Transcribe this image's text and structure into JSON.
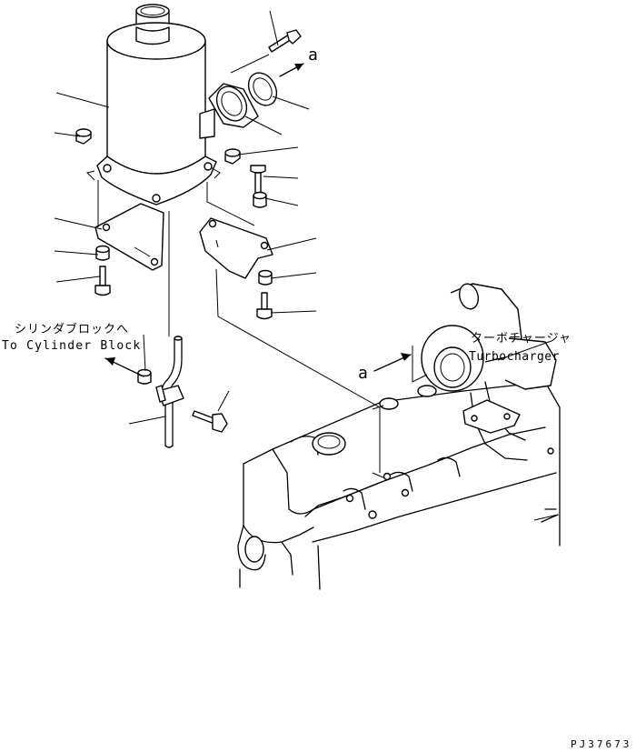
{
  "labels": {
    "cylinder_block_jp": "シリンダブロックへ",
    "cylinder_block_en": "To Cylinder Block",
    "turbo_jp": "ターボチャージャ",
    "turbo_en": "Turbocharger",
    "arrow_a_top": "a",
    "arrow_a_bottom": "a",
    "drawing_no": "PJ37673"
  }
}
